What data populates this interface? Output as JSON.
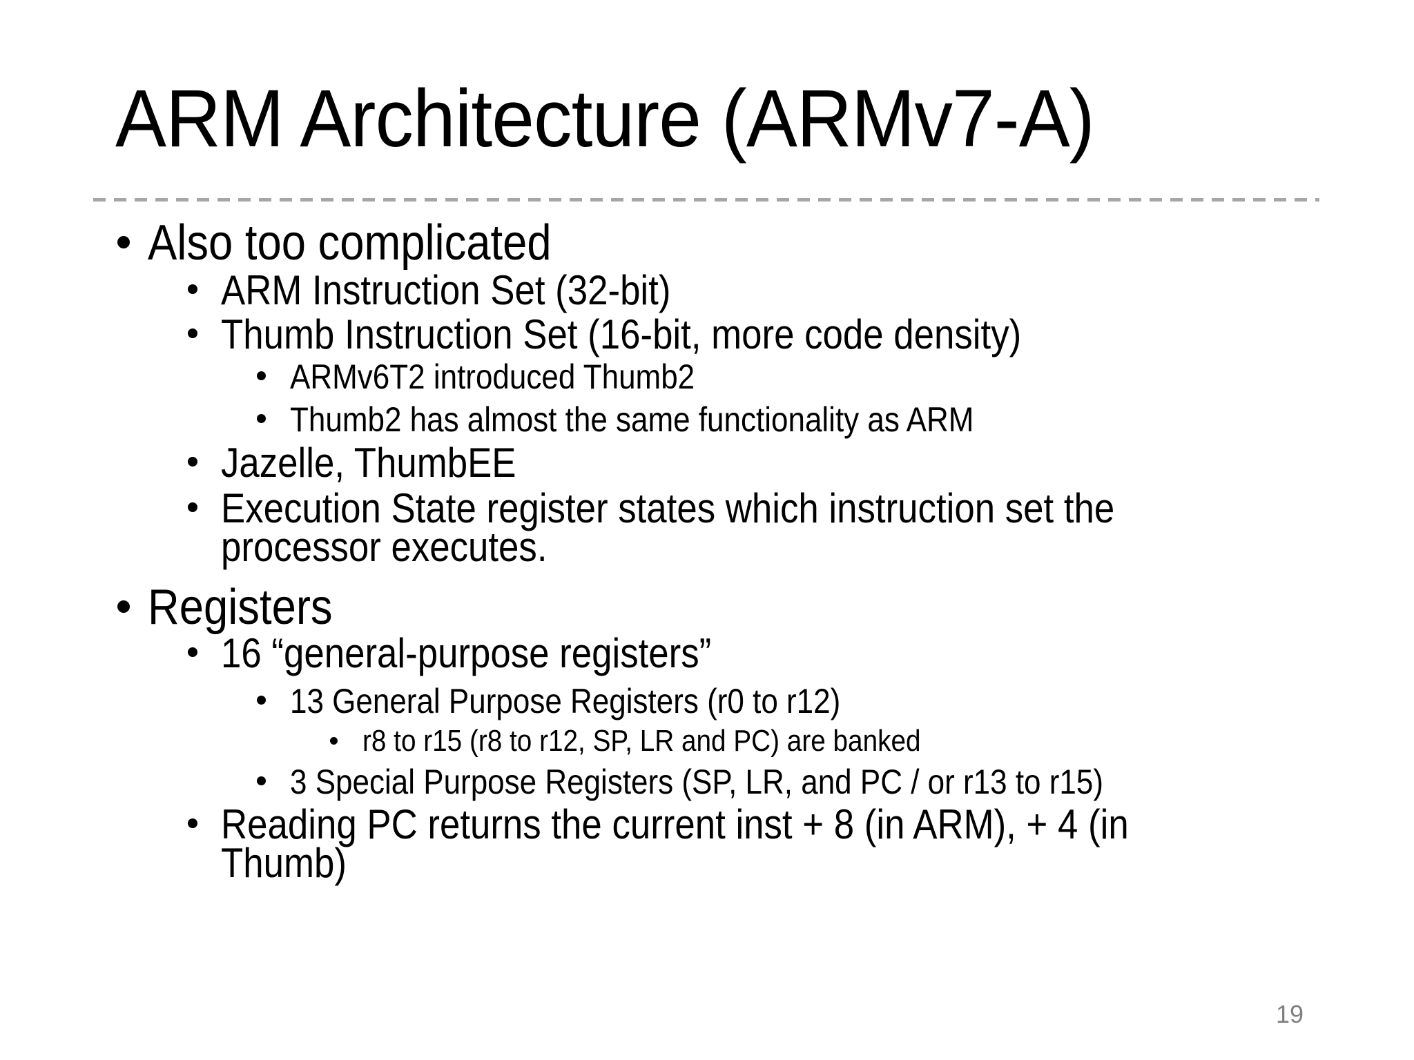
{
  "slide": {
    "title": "ARM Architecture (ARMv7-A)",
    "page_number": "19",
    "bullets": [
      {
        "level": 1,
        "text": "Also too complicated"
      },
      {
        "level": 2,
        "text": "ARM Instruction Set (32-bit)"
      },
      {
        "level": 2,
        "text": "Thumb Instruction Set (16-bit, more code density)"
      },
      {
        "level": 3,
        "text": "ARMv6T2 introduced Thumb2"
      },
      {
        "level": 3,
        "text": "Thumb2 has almost the same functionality as ARM"
      },
      {
        "level": 2,
        "text": "Jazelle, ThumbEE"
      },
      {
        "level": 2,
        "text": "Execution State register states which instruction set the\nprocessor executes."
      },
      {
        "level": 1,
        "text": "Registers"
      },
      {
        "level": 2,
        "text": "16 “general-purpose registers”"
      },
      {
        "level": 3,
        "text": "13 General Purpose Registers (r0 to r12)"
      },
      {
        "level": 4,
        "text": "r8 to r15 (r8 to r12, SP, LR and PC) are banked"
      },
      {
        "level": 3,
        "text": "3 Special Purpose Registers (SP, LR, and PC / or r13 to r15)"
      },
      {
        "level": 2,
        "text": "Reading PC returns the current inst + 8 (in ARM), + 4 (in\nThumb)"
      }
    ],
    "colors": {
      "background": "#ffffff",
      "text": "#000000",
      "divider": "#a6a6a6",
      "page_number": "#7f7f7f"
    }
  }
}
